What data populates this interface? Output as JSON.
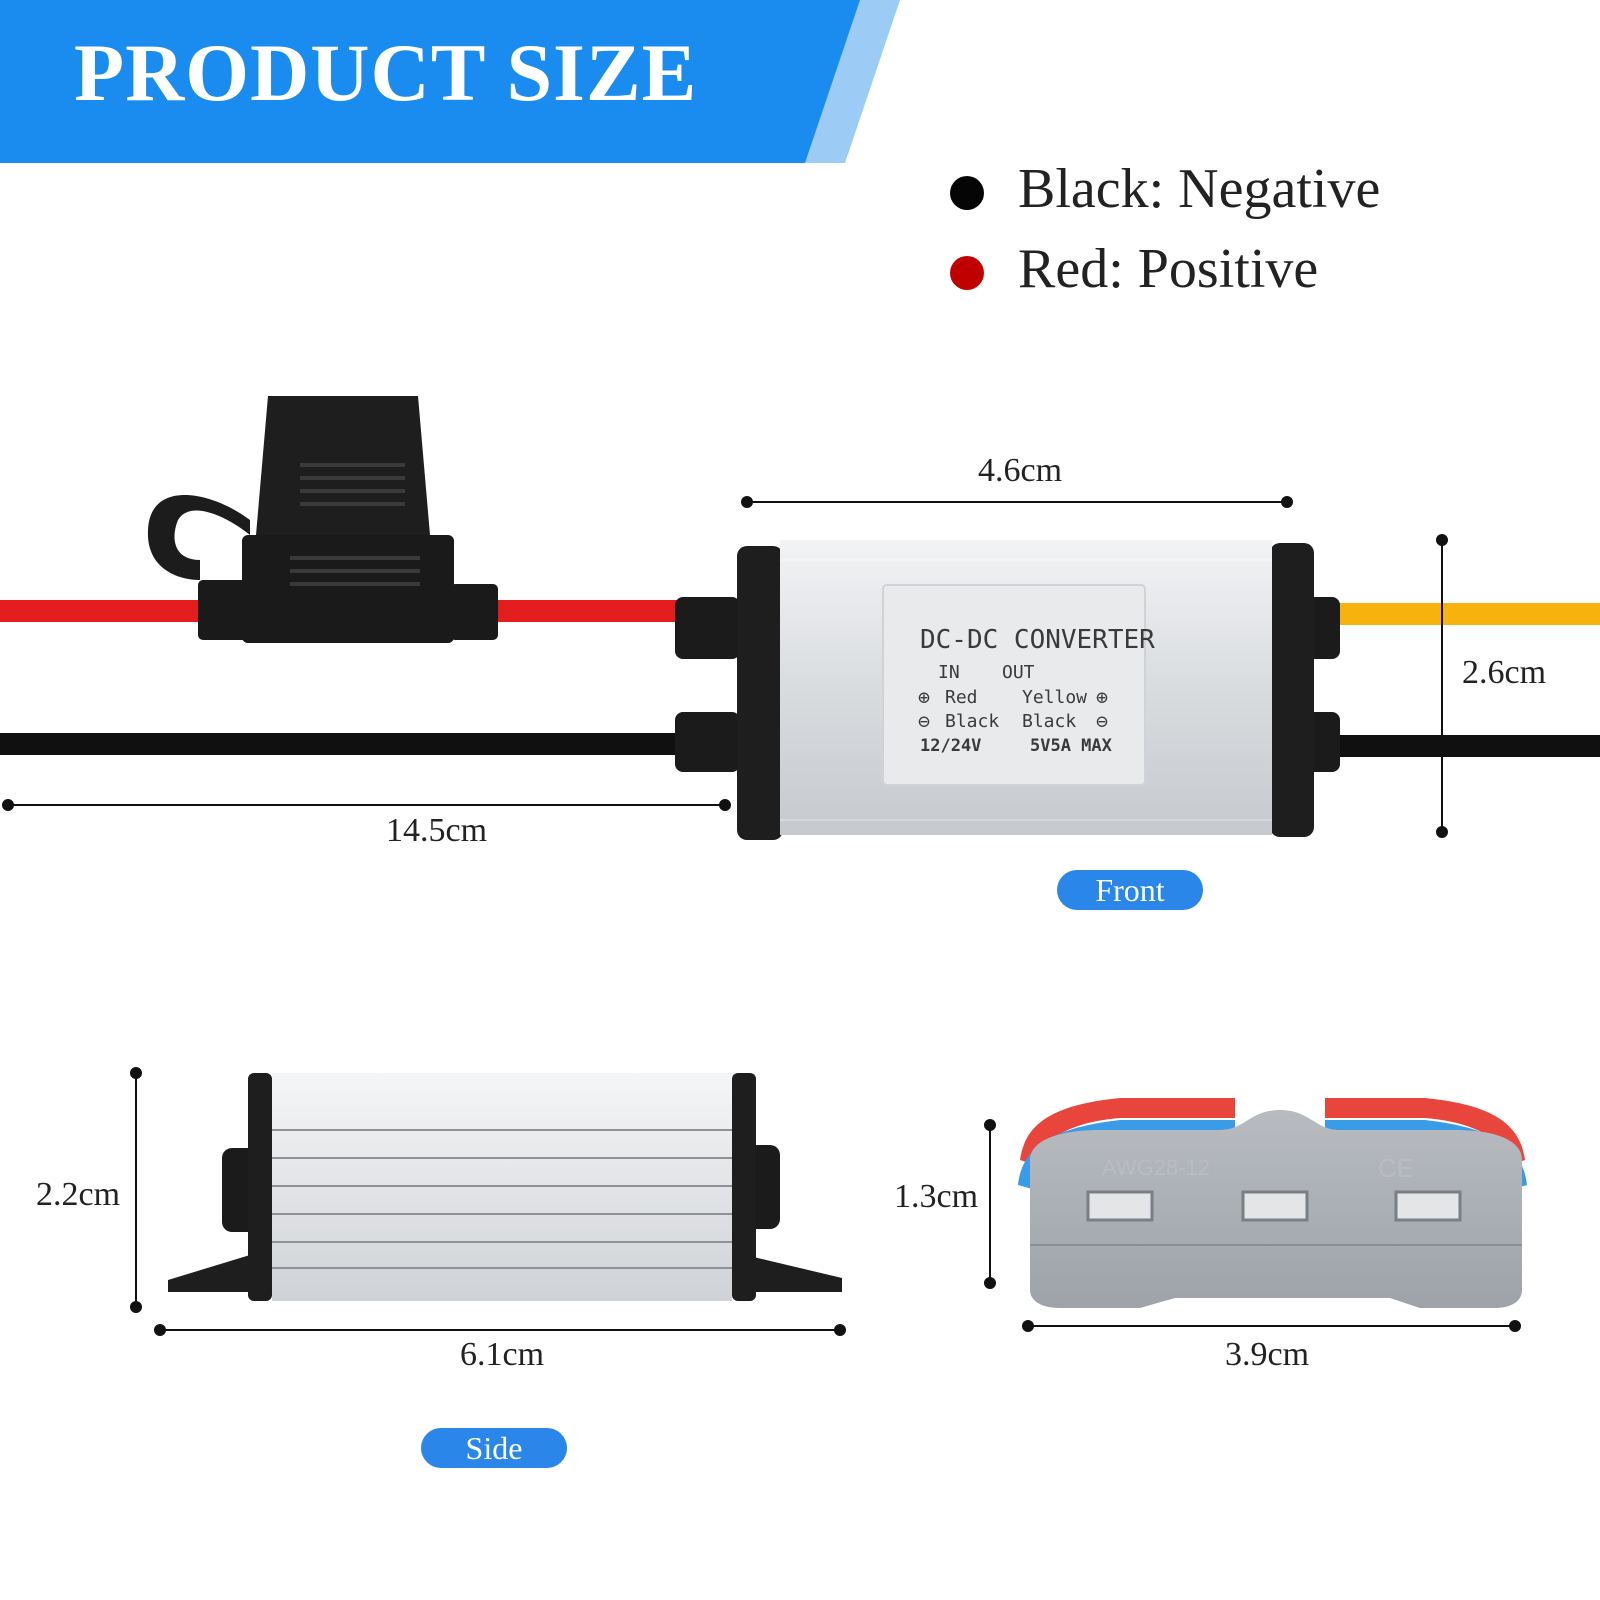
{
  "banner": {
    "title": "PRODUCT SIZE"
  },
  "legend": [
    {
      "label": "Black: Negative",
      "color": "#050505"
    },
    {
      "label": "Red: Positive",
      "color": "#c00000"
    }
  ],
  "converter_label": {
    "title": "DC-DC CONVERTER",
    "in_header": "IN",
    "out_header": "OUT",
    "in_positive": "Red",
    "in_negative": "Black",
    "out_positive": "Yellow",
    "out_negative": "Black",
    "input_voltage": "12/24V",
    "output_rating": "5V5A MAX"
  },
  "connector_label": {
    "awg": "AWG28-12",
    "mark": "CE"
  },
  "dimensions": {
    "front_width": "4.6cm",
    "front_height": "2.6cm",
    "cable_length": "14.5cm",
    "side_height": "2.2cm",
    "side_length": "6.1cm",
    "connector_height": "1.3cm",
    "connector_width": "3.9cm"
  },
  "views": {
    "front": "Front",
    "side": "Side"
  },
  "colors": {
    "banner_blue": "#1a8cf0",
    "banner_light": "#9ccbf5",
    "wire_red": "#e41e1e",
    "wire_black": "#101010",
    "wire_yellow": "#f7b20e",
    "pill_blue": "#2a86e8",
    "connector_gray": "#a8adb3",
    "lever_red": "#e8453c",
    "lever_blue": "#3a9be6"
  }
}
